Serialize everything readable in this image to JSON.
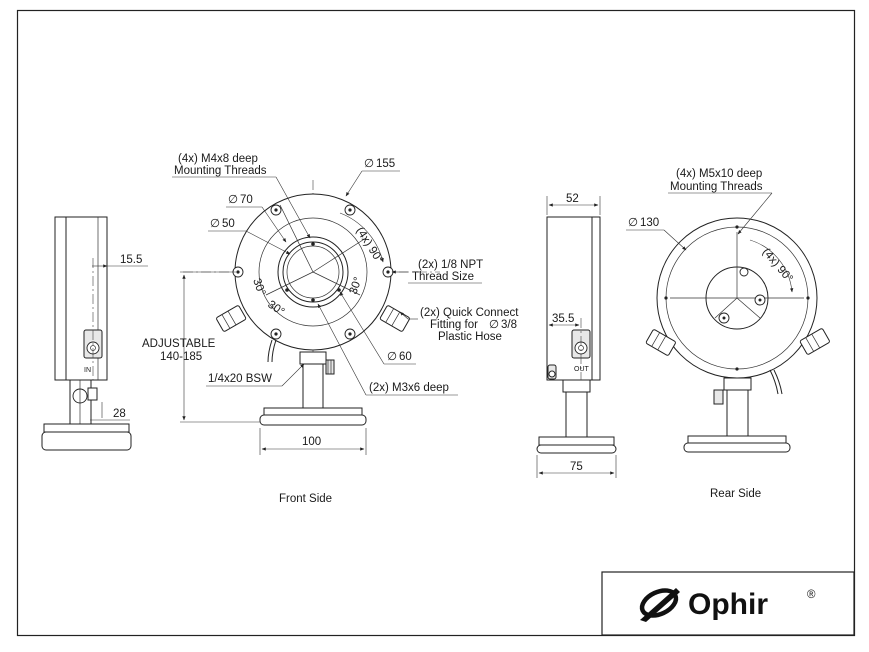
{
  "front_view": {
    "annotations": {
      "mount_threads_line1": "(4x) M4x8 deep",
      "mount_threads_line2": "Mounting Threads",
      "dia_155": "155",
      "dia_70": "70",
      "dia_50": "50",
      "dia_60": "60",
      "angle_4x90": "(4x) 90°",
      "angle_30": "30°",
      "npt_line1": "(2x) 1/8 NPT",
      "npt_line2": "Thread Size",
      "qc_line1": "(2x) Quick Connect",
      "qc_line2": "Fitting for",
      "qc_dia": "3/8",
      "qc_line3": "Plastic Hose",
      "adjustable_line1": "ADJUSTABLE",
      "adjustable_line2": "140-185",
      "bsw": "1/4x20 BSW",
      "m3": "(2x) M3x6 deep",
      "width_100": "100"
    },
    "caption": "Front Side"
  },
  "left_side_view": {
    "dim_15_5": "15.5",
    "dim_28": "28",
    "port_label": "IN"
  },
  "right_side_view": {
    "dim_52": "52",
    "dim_35_5": "35.5",
    "dim_75": "75",
    "port_label": "OUT"
  },
  "rear_view": {
    "annotations": {
      "threads_line1": "(4x) M5x10 deep",
      "threads_line2": "Mounting Threads",
      "dia_130": "130",
      "angle_4x90": "(4x) 90°"
    },
    "caption": "Rear Side"
  },
  "logo": {
    "brand": "Ophir",
    "registered": "®"
  }
}
